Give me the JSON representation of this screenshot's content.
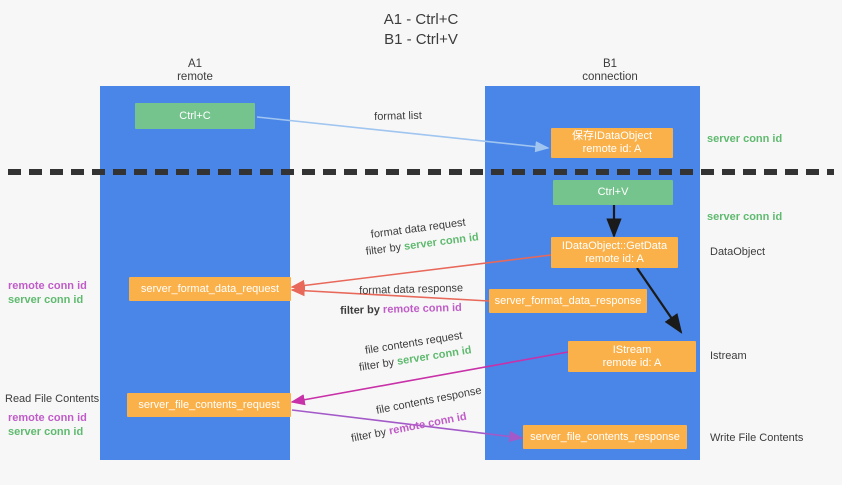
{
  "title": {
    "line1": "A1 - Ctrl+C",
    "line2": "B1 - Ctrl+V"
  },
  "columns": [
    {
      "name": "A1",
      "sub": "remote"
    },
    {
      "name": "B1",
      "sub": "connection"
    }
  ],
  "nodes": {
    "ctrl_c": "Ctrl+C",
    "ctrl_v": "Ctrl+V",
    "save_idataobject_l1": "保存IDataObject",
    "save_idataobject_l2": "remote id: A",
    "getdata_l1": "IDataObject::GetData",
    "getdata_l2": "remote id: A",
    "istream_l1": "IStream",
    "istream_l2": "remote id: A",
    "server_format_data_request": "server_format_data_request",
    "server_format_data_response": "server_format_data_response",
    "server_file_contents_request": "server_file_contents_request",
    "server_file_contents_response": "server_file_contents_response"
  },
  "edge_labels": {
    "format_list": "format list",
    "format_data_request": "format data request",
    "format_data_response": "format data response",
    "file_contents_request": "file contents request",
    "file_contents_response": "file contents response",
    "filter_by": "filter by",
    "server_conn_id": "server conn id",
    "remote_conn_id": "remote conn id"
  },
  "right_labels": {
    "server_conn_id_top": "server conn id",
    "server_conn_id_mid": "server conn id",
    "dataobject": "DataObject",
    "istream": "Istream",
    "write_file_contents": "Write File Contents"
  },
  "left_labels": {
    "remote_conn_id_1": "remote conn id",
    "server_conn_id_1": "server conn id",
    "read_file_contents": "Read File Contents",
    "remote_conn_id_2": "remote conn id",
    "server_conn_id_2": "server conn id"
  },
  "colors": {
    "lane": "#4a86e8",
    "green_node": "#76c48d",
    "orange_node": "#fbb14a",
    "server_conn": "#5fba6f",
    "remote_conn": "#c05cc8",
    "arrow_light_blue": "#9fc5f0",
    "arrow_red": "#e8685a",
    "arrow_magenta": "#c831a8",
    "arrow_purple": "#a35ac8",
    "arrow_black": "#1a1a1a",
    "background": "#f7f7f7"
  }
}
